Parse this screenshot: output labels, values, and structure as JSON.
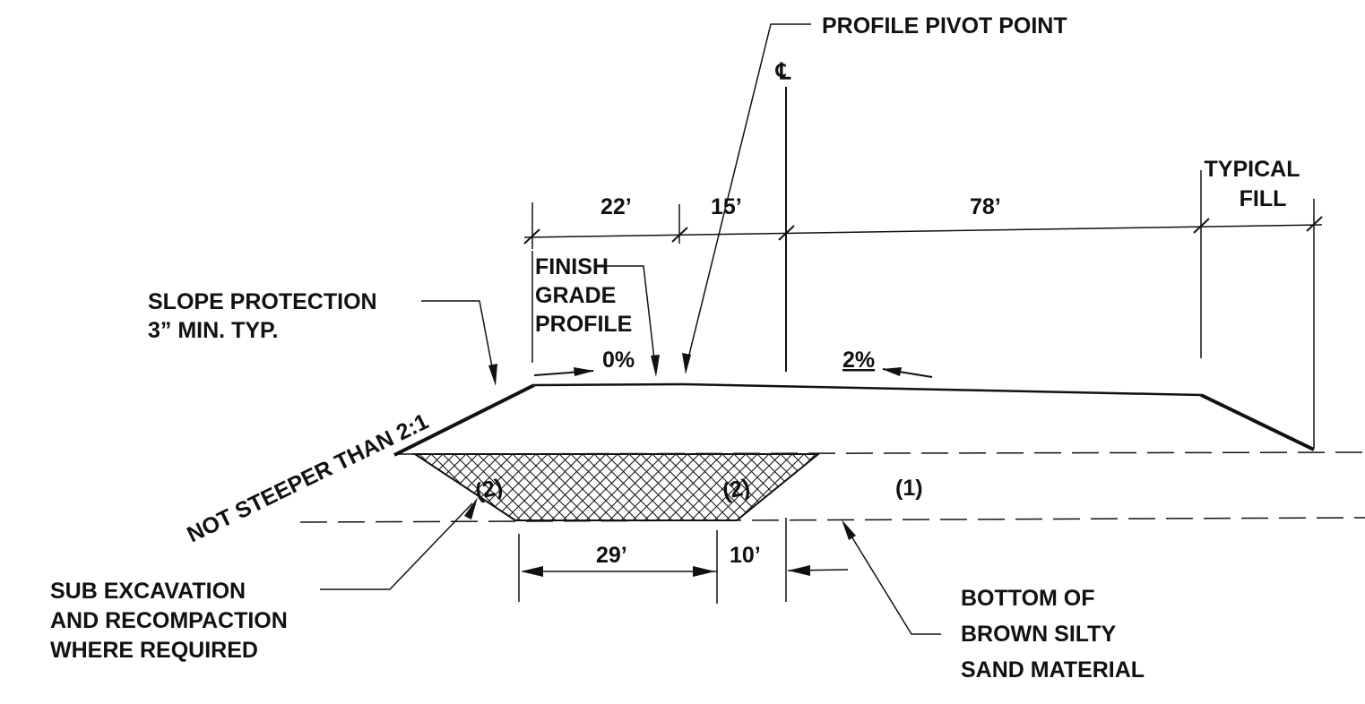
{
  "labels": {
    "profile_pivot_point": "PROFILE PIVOT POINT",
    "centerline": "℄",
    "typical_fill_1": "TYPICAL",
    "typical_fill_2": "FILL",
    "finish_grade_1": "FINISH",
    "finish_grade_2": "GRADE",
    "finish_grade_3": "PROFILE",
    "slope_protection_1": "SLOPE PROTECTION",
    "slope_protection_2": "3” MIN. TYP.",
    "grade_0": "0%",
    "grade_2": "2%",
    "slope_note": "NOT STEEPER THAN 2:1",
    "material_1": "(1)",
    "material_2": "(2)",
    "sub_excavation_1": "SUB EXCAVATION",
    "sub_excavation_2": "AND RECOMPACTION",
    "sub_excavation_3": "WHERE REQUIRED",
    "bottom_1": "BOTTOM OF",
    "bottom_2": "BROWN SILTY",
    "bottom_3": "SAND MATERIAL"
  },
  "dimensions": {
    "d22": "22’",
    "d15": "15’",
    "d78": "78’",
    "d29": "29’",
    "d10": "10’"
  }
}
